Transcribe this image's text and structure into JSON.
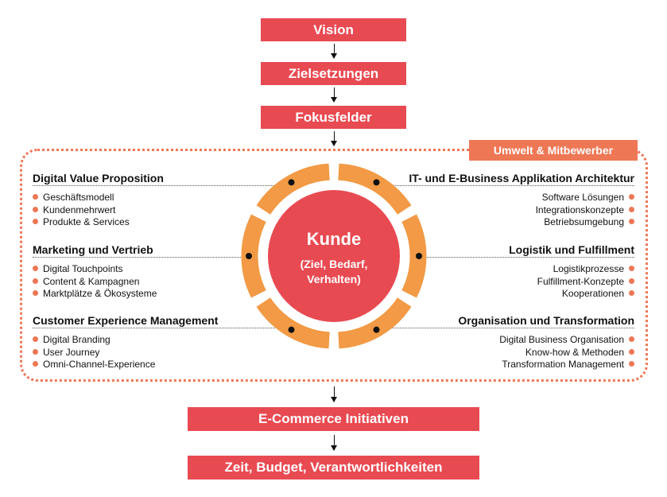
{
  "top_boxes": [
    "Vision",
    "Zielsetzungen",
    "Fokusfelder"
  ],
  "badge": "Umwelt & Mitbewerber",
  "center": {
    "title": "Kunde",
    "subtitle_line1": "(Ziel, Bedarf,",
    "subtitle_line2": "Verhalten)"
  },
  "left_sections": [
    {
      "title": "Digital Value Proposition",
      "items": [
        "Geschäftsmodell",
        "Kundenmehrwert",
        "Produkte & Services"
      ]
    },
    {
      "title": "Marketing und Vertrieb",
      "items": [
        "Digital Touchpoints",
        "Content & Kampagnen",
        "Marktplätze & Ökosysteme"
      ]
    },
    {
      "title": "Customer Experience Management",
      "items": [
        "Digital Branding",
        "User Journey",
        "Omni-Channel-Experience"
      ]
    }
  ],
  "right_sections": [
    {
      "title": "IT- und E-Business Applikation Architektur",
      "items": [
        "Software Lösungen",
        "Integrationskonzepte",
        "Betriebsumgebung"
      ]
    },
    {
      "title": "Logistik und Fulfillment",
      "items": [
        "Logistikprozesse",
        "Fulfillment-Konzepte",
        "Kooperationen"
      ]
    },
    {
      "title": "Organisation und Transformation",
      "items": [
        "Digital Business Organisation",
        "Know-how & Methoden",
        "Transformation Management"
      ]
    }
  ],
  "bottom_boxes": [
    "E-Commerce Initiativen",
    "Zeit, Budget, Verantwortlichkeiten"
  ],
  "colors": {
    "red": "#E84A52",
    "orange": "#F29A45",
    "accent": "#EE7755"
  }
}
